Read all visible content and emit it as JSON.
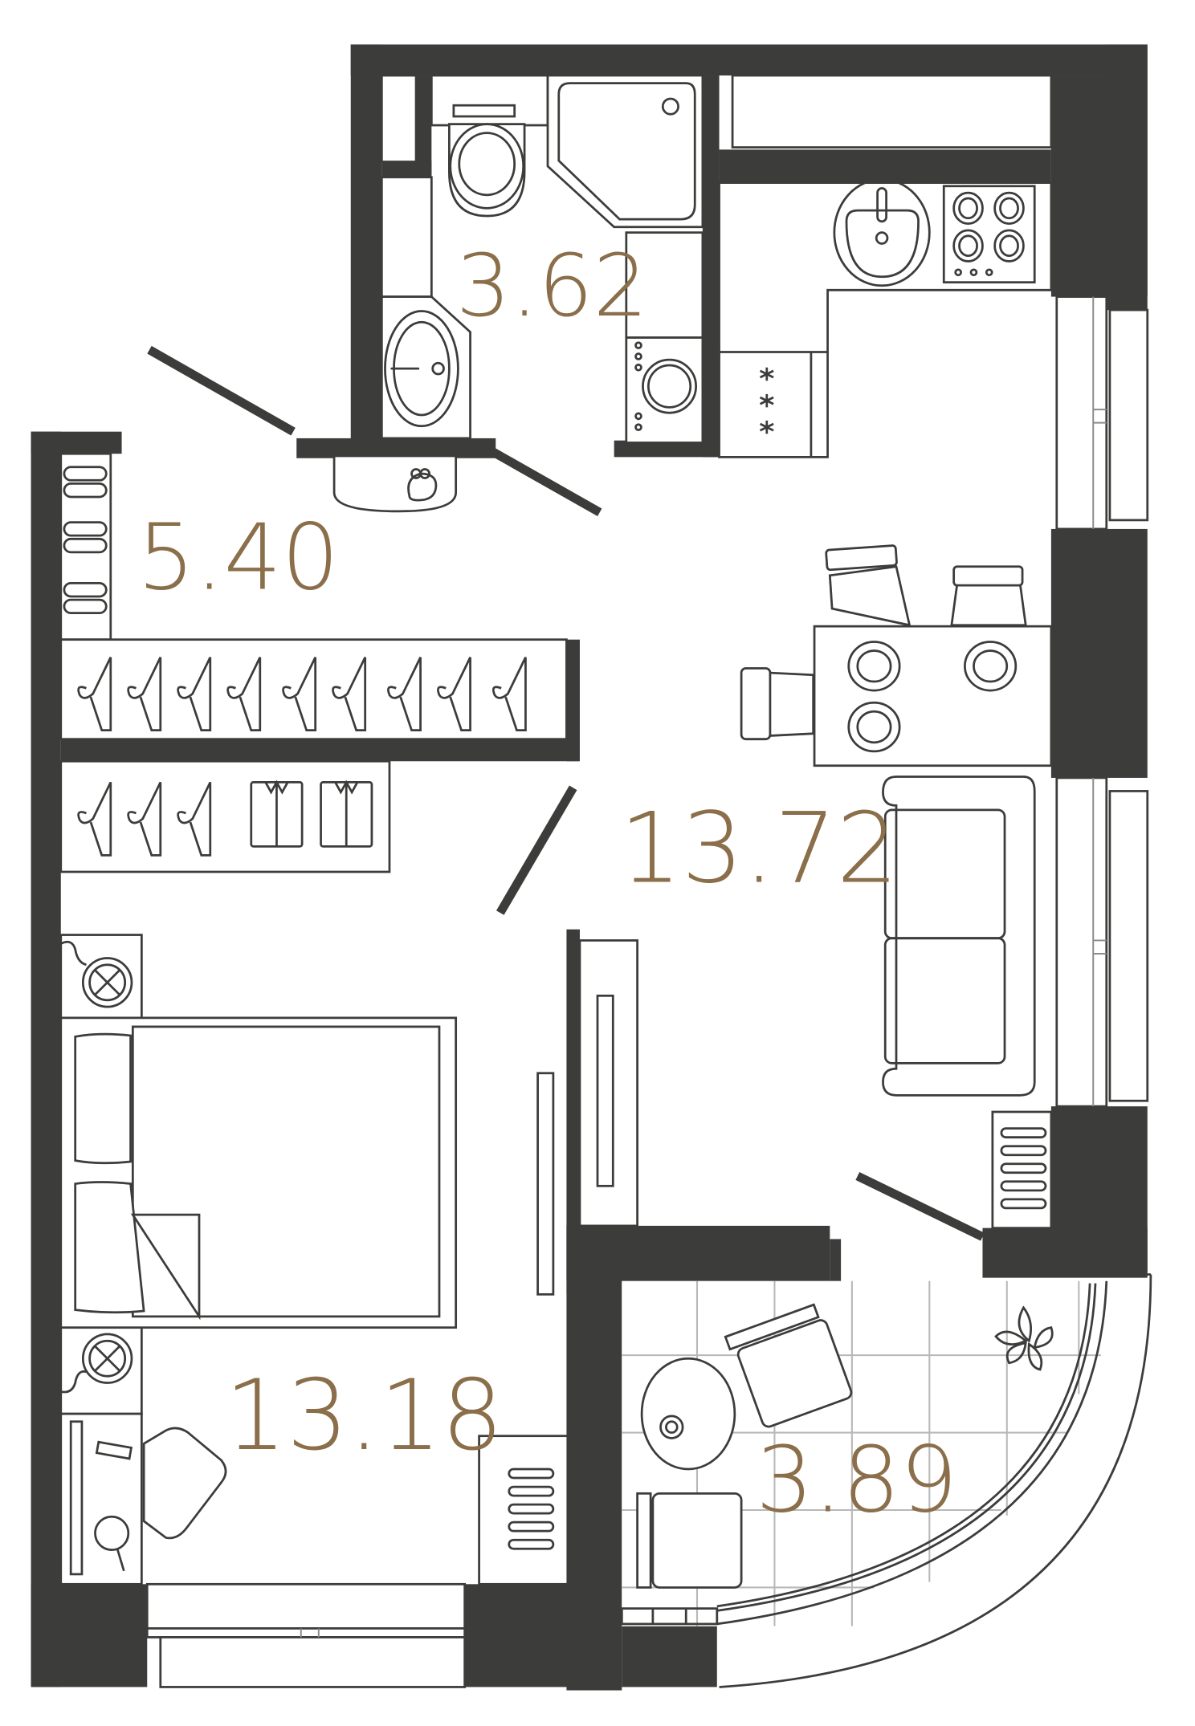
{
  "plan": {
    "type": "apartment floor plan",
    "colors": {
      "wall": "#3c3c3b",
      "label": "#8b6e4a",
      "tile_grid": "#b8b8b8",
      "background": "#ffffff"
    },
    "rooms": [
      {
        "id": "bathroom",
        "area": "3.62"
      },
      {
        "id": "hallway",
        "area": "5.40"
      },
      {
        "id": "living-kitchen",
        "area": "13.72"
      },
      {
        "id": "bedroom",
        "area": "13.18"
      },
      {
        "id": "balcony",
        "area": "3.89"
      }
    ]
  }
}
